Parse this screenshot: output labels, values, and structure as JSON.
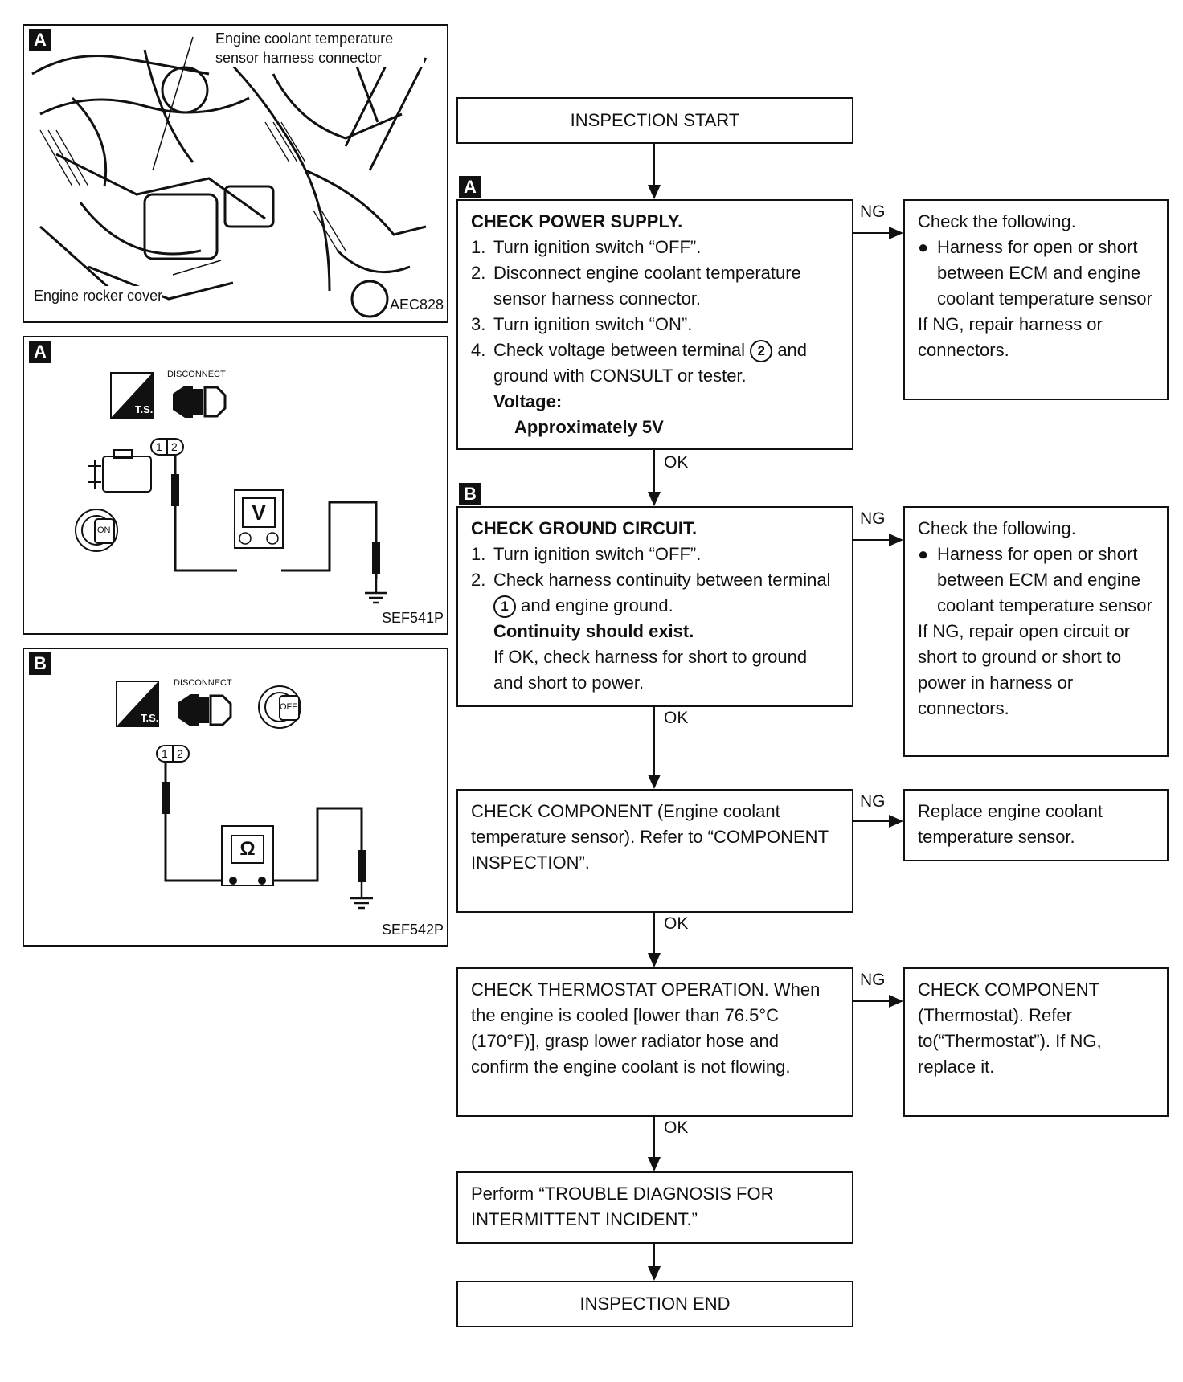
{
  "photo": {
    "tag": "A",
    "callout_connector": "Engine coolant temperature sensor harness connector",
    "callout_cover": "Engine rocker cover",
    "fig_id": "AEC828"
  },
  "fig_a": {
    "tag": "A",
    "disconnect": "DISCONNECT",
    "ts": "T.S.",
    "pin1": "1",
    "pin2": "2",
    "meter": "V",
    "key": "ON",
    "fig_id": "SEF541P"
  },
  "fig_b": {
    "tag": "B",
    "disconnect": "DISCONNECT",
    "ts": "T.S.",
    "pin1": "1",
    "pin2": "2",
    "meter": "Ω",
    "key": "OFF",
    "fig_id": "SEF542P"
  },
  "flow": {
    "start": "INSPECTION START",
    "step_a": {
      "tag": "A",
      "title": "CHECK POWER SUPPLY.",
      "items": [
        {
          "n": "1.",
          "text": "Turn ignition switch “OFF”."
        },
        {
          "n": "2.",
          "text": "Disconnect engine coolant temperature sensor harness connector."
        },
        {
          "n": "3.",
          "text": "Turn ignition switch “ON”."
        }
      ],
      "item4_n": "4.",
      "item4_pre": "Check voltage between terminal",
      "item4_terminal": "2",
      "item4_post": "and ground with CONSULT or tester.",
      "spec_label": "Voltage:",
      "spec_value": "Approximately 5V",
      "ng_text": {
        "intro": "Check the following.",
        "bullet": "Harness for open or short between ECM and engine coolant temperature sensor",
        "outro": "If NG, repair harness or connectors."
      }
    },
    "step_b": {
      "tag": "B",
      "title": "CHECK GROUND CIRCUIT.",
      "item1_n": "1.",
      "item1": "Turn ignition switch “OFF”.",
      "item2_n": "2.",
      "item2_pre": "Check harness continuity between terminal",
      "item2_terminal": "1",
      "item2_post": "and engine ground.",
      "spec": "Continuity should exist.",
      "note": "If OK, check harness for short to ground and short to power.",
      "ng_text": {
        "intro": "Check the following.",
        "bullet": "Harness for open or short between ECM and engine coolant temperature sensor",
        "outro": "If NG, repair open circuit or short to ground or short to power in harness or connectors."
      }
    },
    "step_c": {
      "text": "CHECK COMPONENT (Engine coolant temperature sensor). Refer to “COMPONENT INSPECTION”.",
      "ng_text": "Replace engine coolant temperature sensor."
    },
    "step_d": {
      "text": "CHECK THERMOSTAT OPERATION. When the engine is cooled [lower than 76.5°C (170°F)], grasp lower radiator hose and confirm the engine coolant is not flowing.",
      "ng_text": "CHECK COMPONENT (Thermostat). Refer to(“Thermostat”). If NG, replace it."
    },
    "step_e": "Perform “TROUBLE DIAGNOSIS FOR INTERMITTENT INCIDENT.”",
    "end": "INSPECTION END",
    "ok": "OK",
    "ng": "NG"
  }
}
